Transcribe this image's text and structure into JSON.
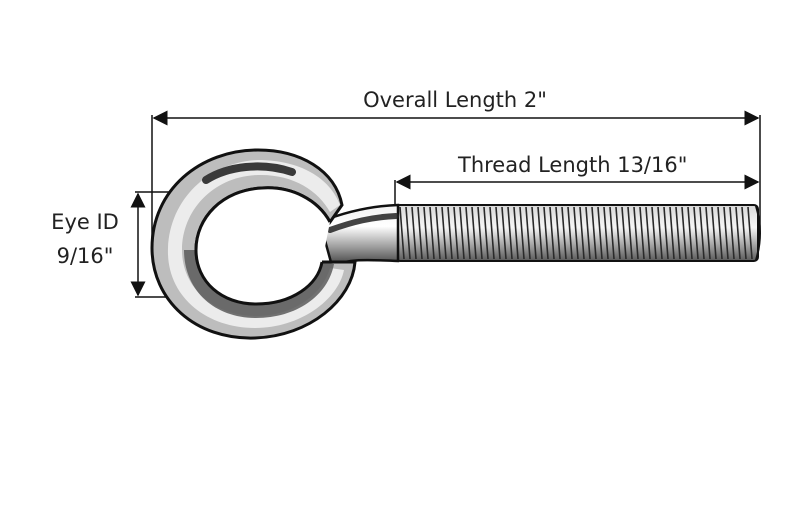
{
  "title": "",
  "dimensions": {
    "overall_length": "Overall Length 2\"",
    "thread_length": "Thread Length 13/16\"",
    "eye_id_label": "Eye ID",
    "eye_id_value": "9/16\""
  },
  "colors": {
    "ink": "#111111",
    "metal_light": "#d9d9d9",
    "metal_mid": "#a9a9a9",
    "metal_dark": "#4a4a4a",
    "background": "#ffffff"
  }
}
